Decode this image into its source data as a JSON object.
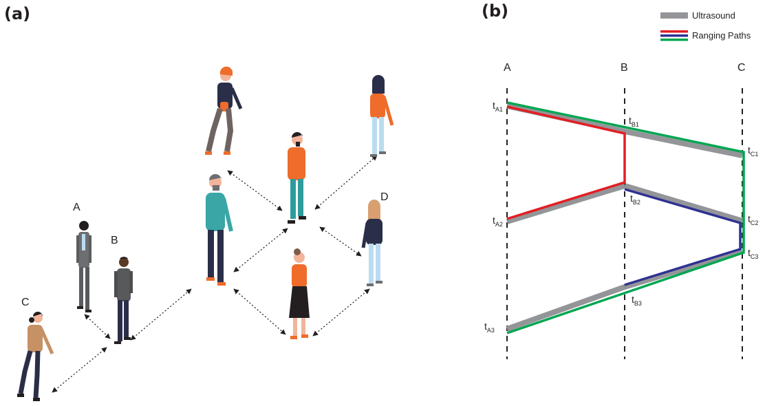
{
  "panel_a": {
    "label": "(a)",
    "person_labels": [
      "A",
      "B",
      "C",
      "D"
    ]
  },
  "panel_b": {
    "label": "(b)",
    "legend": [
      {
        "label": "Ultrasound",
        "color": "#939598"
      },
      {
        "label": "Ranging Paths",
        "colors": [
          "#e31e24",
          "#2e3192",
          "#00a651"
        ]
      }
    ],
    "columns": [
      "A",
      "B",
      "C"
    ],
    "time_labels": [
      {
        "base": "t",
        "sub": "A1"
      },
      {
        "base": "t",
        "sub": "B1"
      },
      {
        "base": "t",
        "sub": "C1"
      },
      {
        "base": "t",
        "sub": "A2"
      },
      {
        "base": "t",
        "sub": "B2"
      },
      {
        "base": "t",
        "sub": "C2"
      },
      {
        "base": "t",
        "sub": "C3"
      },
      {
        "base": "t",
        "sub": "B3"
      },
      {
        "base": "t",
        "sub": "A3"
      }
    ]
  },
  "colors": {
    "ultrasound": "#939598",
    "red": "#e31e24",
    "blue": "#2e3192",
    "green": "#00a651",
    "orange": "#ef6c2b",
    "teal": "#3aa6a6",
    "navy": "#2b2e48",
    "gray_suit": "#6d6e71"
  }
}
